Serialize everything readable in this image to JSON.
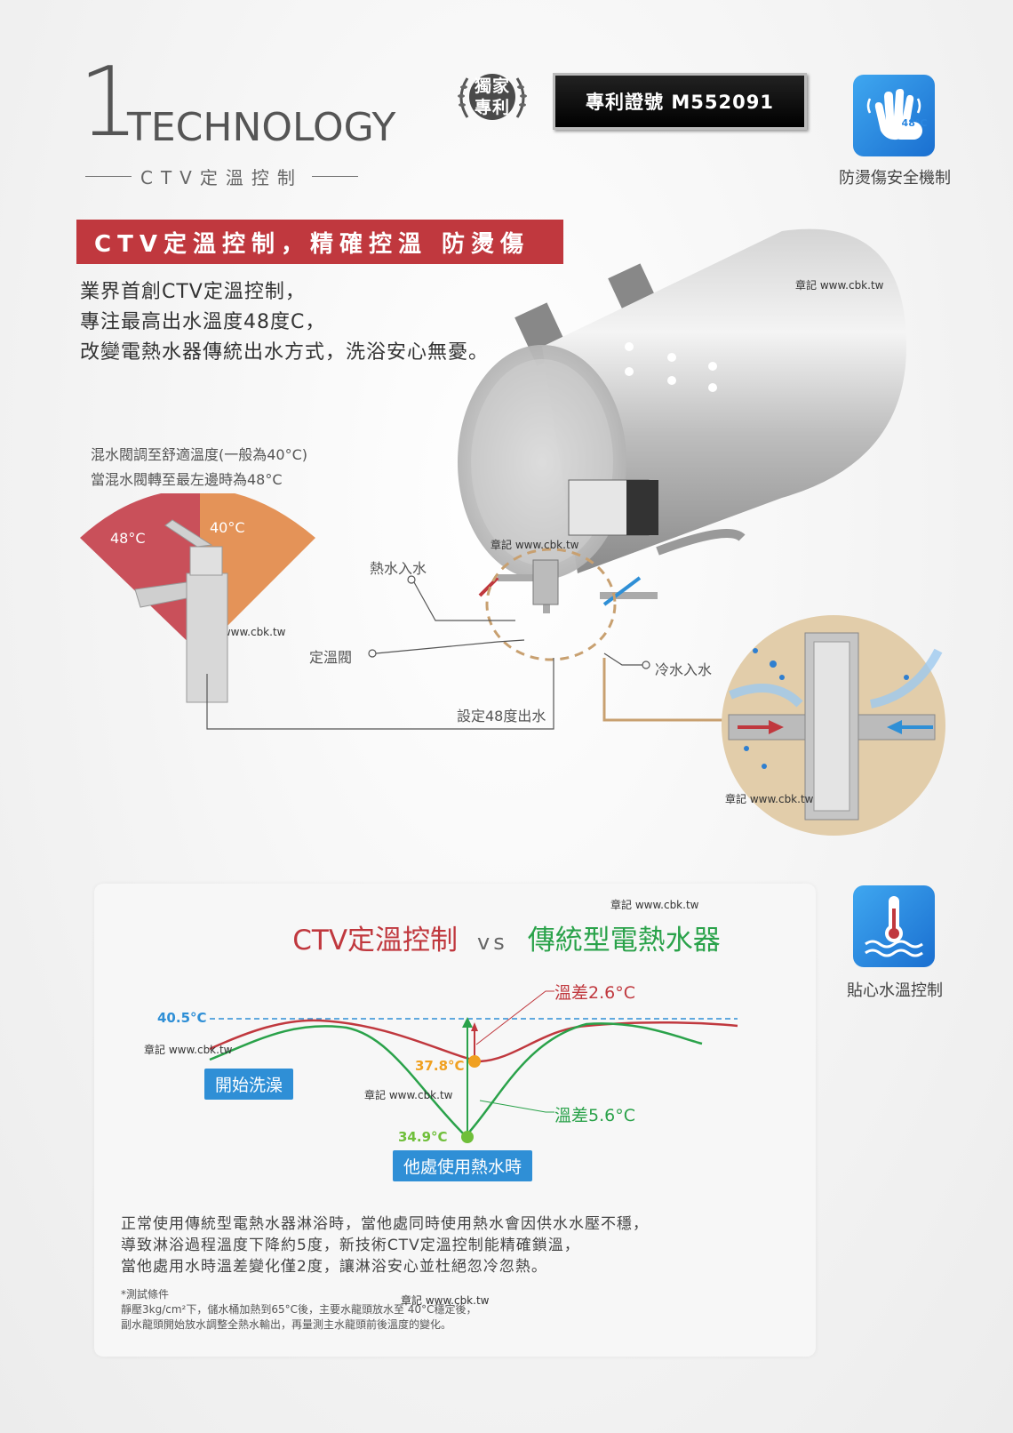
{
  "header": {
    "number": "1",
    "title": "TECHNOLOGY",
    "subtitle": "CTV定溫控制",
    "seal_text": "獨家專利",
    "patent": "專利證號 M552091"
  },
  "badges": [
    {
      "caption": "防燙傷安全機制",
      "icon_label": "48°C",
      "icon": "hand-icon",
      "color": "#2a86e0"
    },
    {
      "caption": "貼心水溫控制",
      "icon": "thermometer-icon",
      "color": "#2a86e0"
    }
  ],
  "banner": "CTV定溫控制，精確控溫 防燙傷",
  "intro": [
    "業界首創CTV定溫控制，",
    "專注最高出水溫度48度C，",
    "改變電熱水器傳統出水方式，洗浴安心無憂。"
  ],
  "mixer_note": [
    "混水閥調至舒適溫度(一般為40°C)",
    "當混水閥轉至最左邊時為48°C"
  ],
  "fan": {
    "left_label": "48°C",
    "right_label": "40°C",
    "left_color": "#c9505a",
    "right_color": "#e49358"
  },
  "diagram_labels": {
    "hot_in": "熱水入水",
    "valve": "定溫閥",
    "cold_in": "冷水入水",
    "output": "設定48度出水"
  },
  "watermark": "章記 www.cbk.tw",
  "comparison": {
    "title_left": "CTV定溫控制",
    "vs": "vs",
    "title_right": "傳統型電熱水器",
    "level_label": "40.5°C",
    "ctv_min": "37.8°C",
    "trad_min": "34.9°C",
    "diff_ctv": "溫差2.6°C",
    "diff_trad": "溫差5.6°C",
    "start_label": "開始洗澡",
    "event_label": "他處使用熱水時",
    "colors": {
      "ctv": "#c0383e",
      "traditional": "#2aa24a",
      "level": "#2f8fd6",
      "ctv_point": "#f0a020",
      "trad_point": "#6fbf3a"
    }
  },
  "paragraph": [
    "正常使用傳統型電熱水器淋浴時，當他處同時使用熱水會因供水水壓不穩，",
    "導致淋浴過程溫度下降約5度，新技術CTV定溫控制能精確鎖溫，",
    "當他處用水時溫差變化僅2度，讓淋浴安心並杜絕忽冷忽熱。"
  ],
  "test": [
    "*測試條件",
    "靜壓3kg/cm²下，儲水桶加熱到65°C後，主要水龍頭放水至 40°C穩定後，",
    "副水龍頭開始放水調整全熱水輸出，再量測主水龍頭前後溫度的變化。"
  ]
}
